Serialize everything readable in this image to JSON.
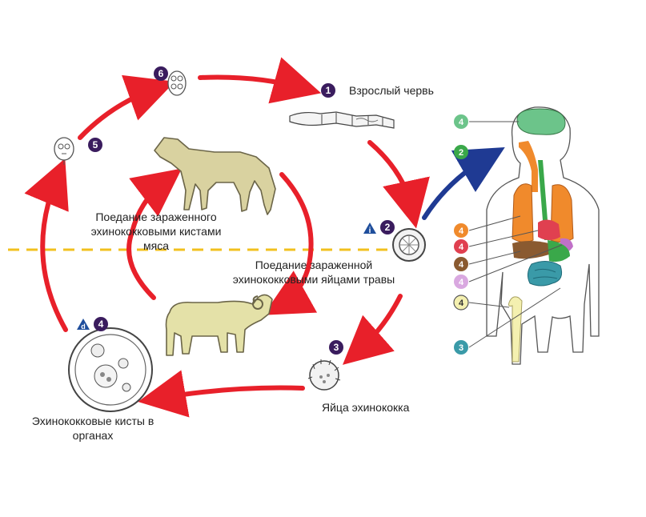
{
  "labels": {
    "adult_worm": "Взрослый червь",
    "meat_eating": "Поедание зараженного эхинококковыми кистами мяса",
    "grass_eating": "Поедание зараженной эхинококковыми яйцами травы",
    "eggs": "Яйца эхинококка",
    "cysts": "Эхинококковые кисты в органах"
  },
  "stage_markers": {
    "m1": "1",
    "m2": "2",
    "m3": "3",
    "m4": "4",
    "m5": "5",
    "m6": "6"
  },
  "marker_symbols": {
    "info": "i",
    "diagnostic": "d"
  },
  "organ_markers": {
    "brain": "4",
    "entry": "2",
    "lungs": "4",
    "liver": "4",
    "spleen": "4",
    "kidney": "4",
    "bone": "4",
    "exit": "3"
  },
  "colors": {
    "arrow_red": "#e8202a",
    "arrow_blue": "#1f3a93",
    "marker_dark": "#3a1c5e",
    "marker_blue": "#1f4e9c",
    "dash_yellow": "#f2c01e",
    "animal_fill": "#d9d2a0",
    "organ_brain": "#6cc48a",
    "organ_lungs": "#f08a2c",
    "organ_liver": "#8a5a30",
    "organ_spleen": "#c070c8",
    "organ_heart": "#e04050",
    "organ_intestine": "#3a9aa8",
    "organ_green": "#3aa84a",
    "bone": "#f4f0b0"
  }
}
